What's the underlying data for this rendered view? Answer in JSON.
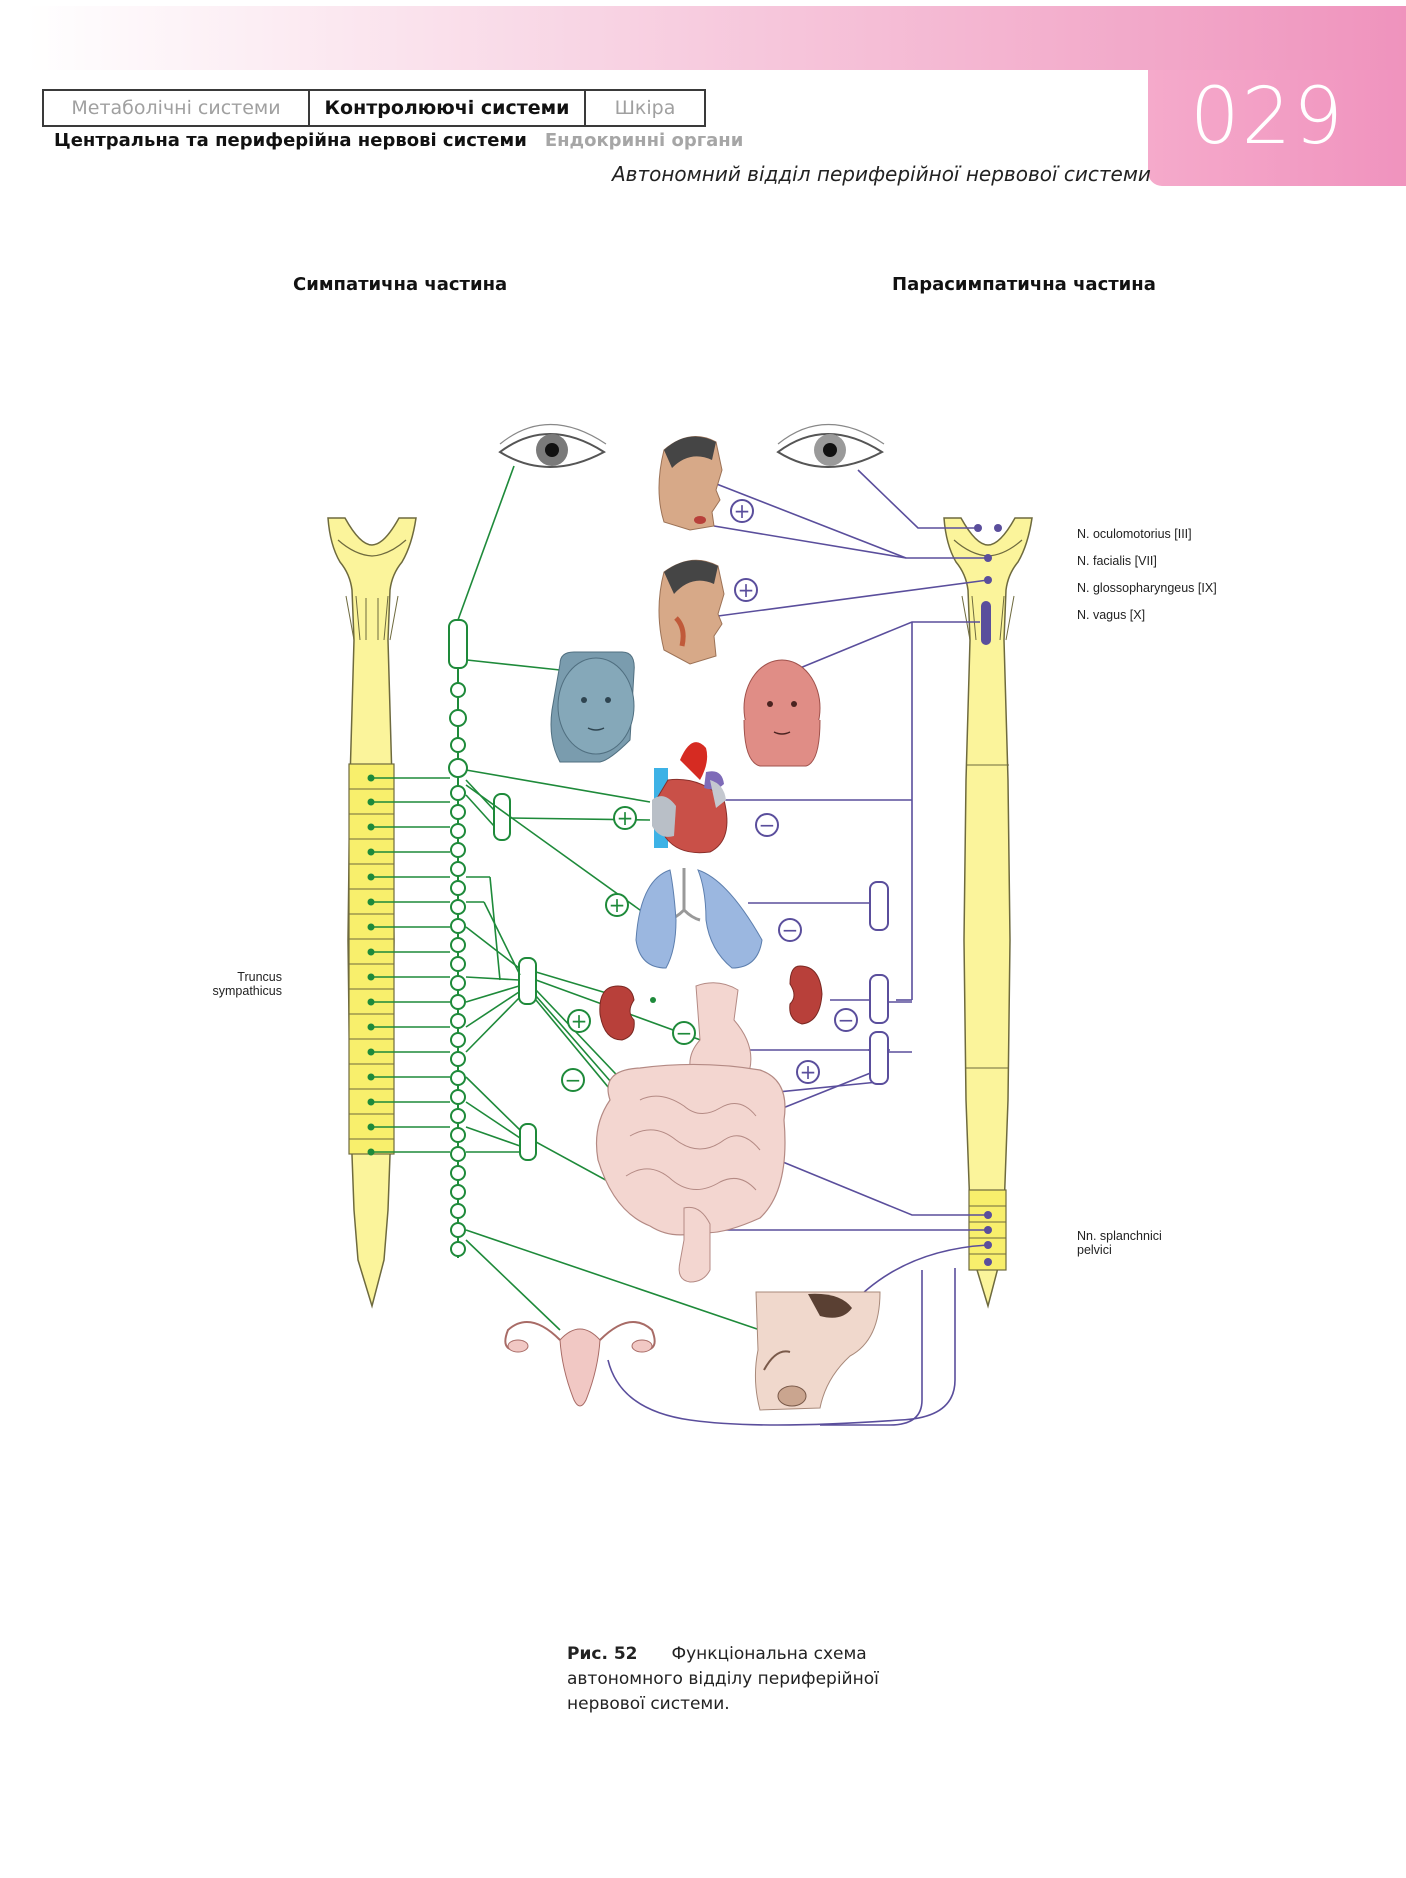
{
  "header": {
    "tabs": [
      {
        "label": "Метаболічні системи",
        "active": false
      },
      {
        "label": "Контролюючі системи",
        "active": true
      },
      {
        "label": "Шкіра",
        "active": false
      }
    ],
    "subtabs": {
      "active": "Центральна та периферійна нервові системи",
      "inactive": "Ендокринні органи"
    },
    "section_title": "Автономний відділ периферійної нервової системи",
    "page_number": "029"
  },
  "diagram": {
    "heading_left": "Симпатична частина",
    "heading_right": "Парасимпатична частина",
    "labels": {
      "oculomotorius": "N. oculomotorius [III]",
      "facialis": "N. facialis [VII]",
      "glossopharyngeus": "N. glossopharyngeus [IX]",
      "vagus": "N. vagus [X]",
      "truncus_line1": "Truncus",
      "truncus_line2": "sympathicus",
      "splanchnici_line1": "Nn. splanchnici",
      "splanchnici_line2": "pelvici"
    },
    "signs": {
      "plus": "+",
      "minus": "−"
    },
    "colors": {
      "sympathetic": "#1e8a3a",
      "parasympathetic": "#5a4e9c",
      "spinal_cord": "#fbf49b",
      "spinal_outline": "#6e6a3e",
      "heart_red": "#d9534a",
      "lung_blue": "#9bb7e0",
      "kidney": "#b8403a",
      "gut": "#f3d6d0"
    }
  },
  "caption": {
    "lead": "Рис. 52",
    "text": "Функціональна схема автономного відділу периферійної нервової системи."
  }
}
